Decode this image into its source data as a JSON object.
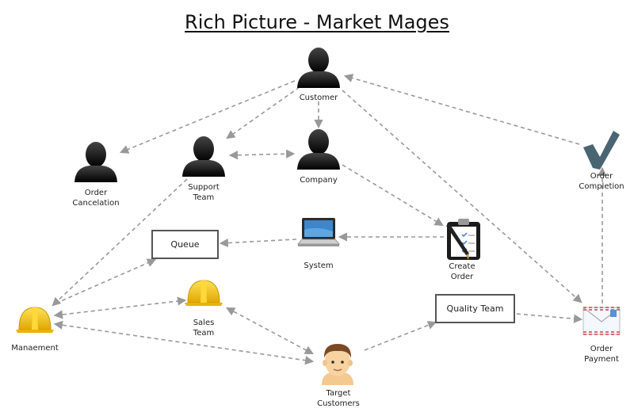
{
  "title": "Rich Picture - Market Mages",
  "nodes": {
    "customer": {
      "label": "Customer"
    },
    "order_cancelation": {
      "label_line1": "Order",
      "label_line2": "Cancelation"
    },
    "support_team": {
      "label_line1": "Support",
      "label_line2": "Team"
    },
    "company": {
      "label": "Company"
    },
    "order_completion": {
      "label_line1": "Order",
      "label_line2": "Completion"
    },
    "queue": {
      "label": "Queue"
    },
    "system": {
      "label": "System"
    },
    "create_order": {
      "label_line1": "Create",
      "label_line2": "Order"
    },
    "management": {
      "label": "Manaement"
    },
    "sales_team": {
      "label_line1": "Sales",
      "label_line2": "Team"
    },
    "quality_team": {
      "label": "Quality Team"
    },
    "order_payment": {
      "label_line1": "Order",
      "label_line2": "Payment"
    },
    "target_customers": {
      "label_line1": "Target",
      "label_line2": "Customers"
    }
  },
  "colors": {
    "arrow": "#999999",
    "person": "#111111",
    "helmet": "#f2c500",
    "check": "#4a6572",
    "box_border": "#555555"
  }
}
